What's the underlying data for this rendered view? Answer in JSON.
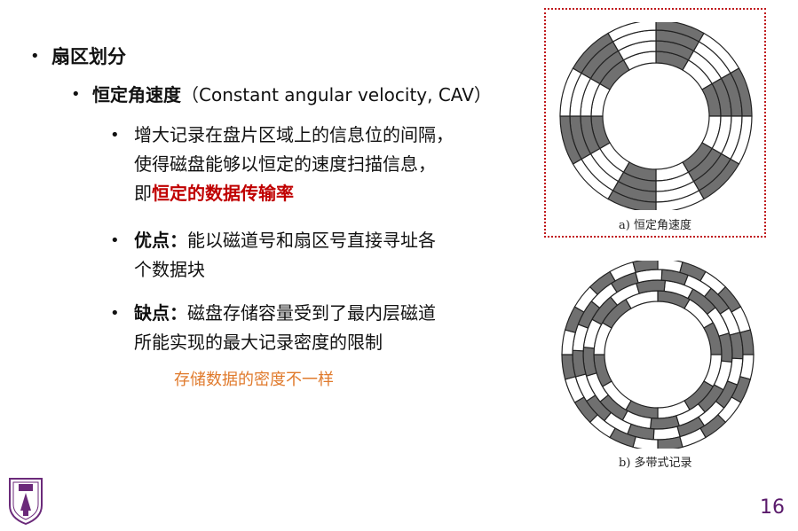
{
  "slide": {
    "level1": {
      "text": "扇区划分"
    },
    "level2": {
      "bold": "恒定角速度",
      "rest": "（Constant angular velocity, CAV）"
    },
    "items": [
      {
        "lines": [
          "增大记录在盘片区域上的信息位的间隔，",
          "使得磁盘能够以恒定的速度扫描信息，"
        ],
        "line3_prefix": "即",
        "line3_highlight": "恒定的数据传输率"
      },
      {
        "bold": "优点：",
        "line1": "能以磁道号和扇区号直接寻址各",
        "line2": "个数据块"
      },
      {
        "bold": "缺点：",
        "line1": "磁盘存储容量受到了最内层磁道",
        "line2": "所能实现的最大记录密度的限制"
      }
    ],
    "note": "存储数据的密度不一样",
    "page_number": "16"
  },
  "figures": {
    "cav_caption": "a) 恒定角速度",
    "zbr_caption": "b) 多带式记录"
  },
  "colors": {
    "highlight": "#c00000",
    "note": "#e07a2c",
    "page_number": "#5a1a6b",
    "frame": "#c0181c",
    "sector_dark": "#707070"
  }
}
